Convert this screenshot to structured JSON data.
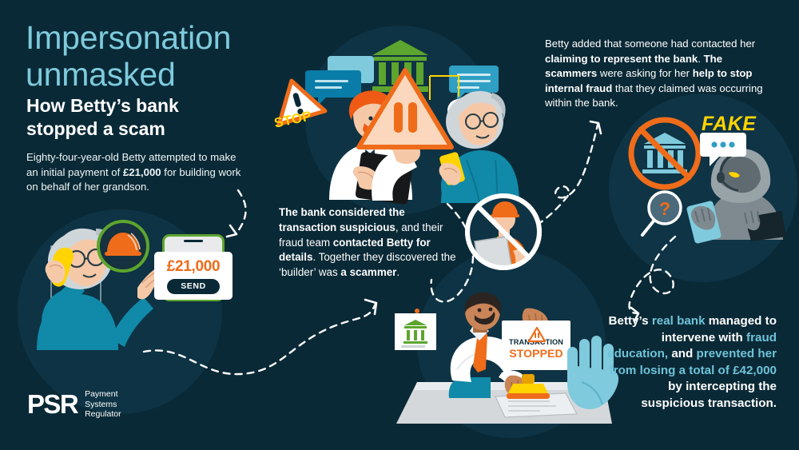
{
  "meta": {
    "background_color": "#0a2936",
    "accent_blue": "#6ec3d8",
    "accent_orange": "#ef6c1a",
    "accent_yellow": "#ffd400",
    "accent_green": "#5da52e"
  },
  "header": {
    "title_line1": "Impersonation",
    "title_line2": "unmasked",
    "subtitle_line1": "How Betty’s bank",
    "subtitle_line2": "stopped a scam"
  },
  "intro": {
    "part1": "Eighty-four-year-old Betty attempted to make an initial payment of ",
    "bold1": "£21,000",
    "part2": " for building work on behalf of her grandson."
  },
  "top_right": {
    "part1": "Betty added that someone had contacted her ",
    "bold1": "claiming to represent the bank",
    "part2": ". ",
    "bold2": "The scammers",
    "part3": " were asking for her ",
    "bold3": "help to stop internal fraud",
    "part4": " that they claimed was occurring within the bank."
  },
  "middle": {
    "bold1": "The bank considered the transaction suspicious",
    "part1": ", and their fraud team ",
    "bold2": "contacted Betty for details",
    "part2": ". Together they discovered the ‘builder’ was ",
    "bold3": "a scammer",
    "part3": "."
  },
  "bottom_right": {
    "part1": "Betty’s ",
    "hl1": "real bank",
    "part2": " managed to intervene with ",
    "hl2": "fraud education,",
    "part3": " and ",
    "hl3": "prevented her from losing a total of £42,000",
    "part4": " by intercepting the suspicious transaction."
  },
  "phone": {
    "amount": "£21,000",
    "send_label": "SEND"
  },
  "transaction_card": {
    "line1": "TRANSACTION",
    "line2": "STOPPED"
  },
  "labels": {
    "fake": "FAKE",
    "stop": "STOP"
  },
  "logo": {
    "mark": "PSR",
    "line1": "Payment",
    "line2": "Systems",
    "line3": "Regulator"
  }
}
